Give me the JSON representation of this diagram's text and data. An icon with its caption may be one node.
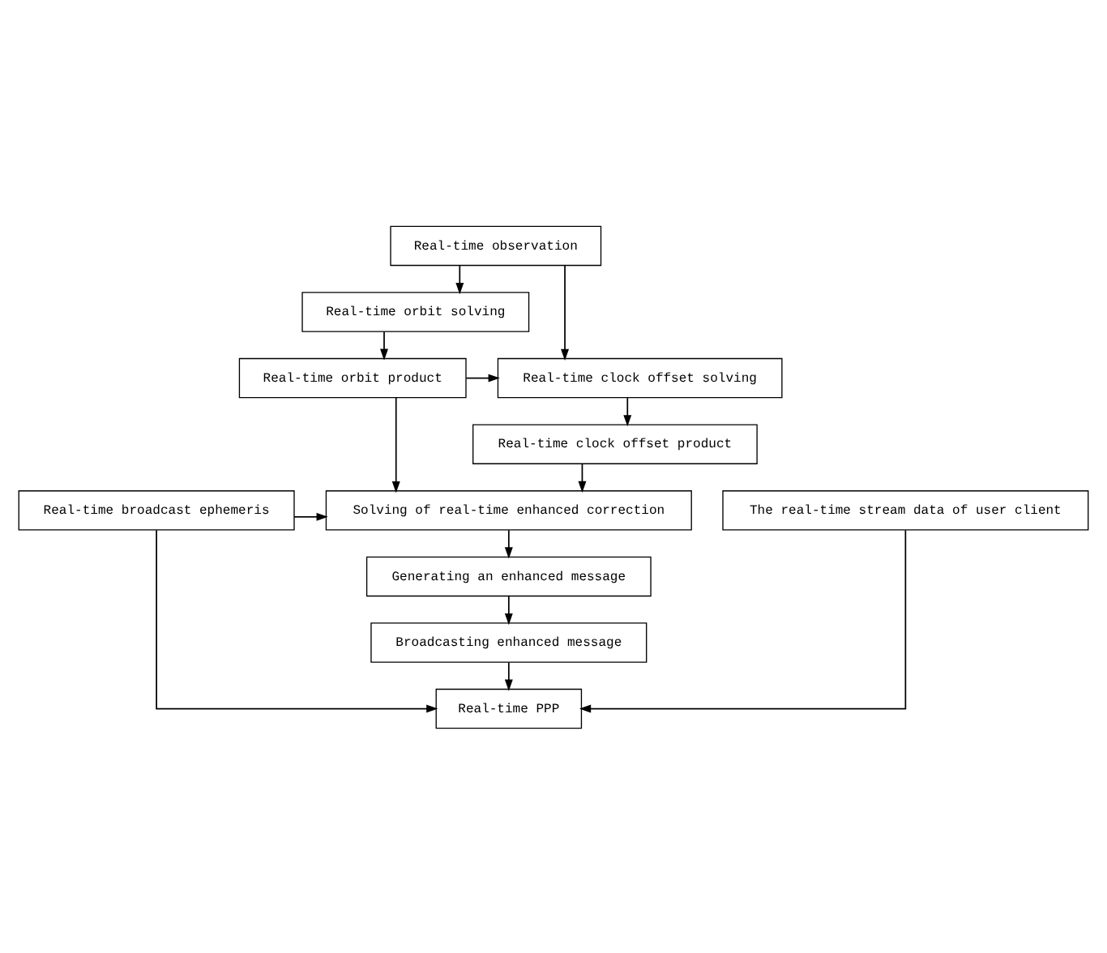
{
  "diagram": {
    "nodes": [
      {
        "text": [
          "Real-time observation"
        ]
      },
      {
        "text": [
          "Real-time orbit solving"
        ]
      },
      {
        "text": [
          "Real-time orbit product"
        ]
      },
      {
        "text": [
          "Real-time clock offset solving"
        ]
      },
      {
        "text": [
          "Real-time clock offset product"
        ]
      },
      {
        "text": [
          "Real-time broadcast ephemeris"
        ]
      },
      {
        "text": [
          "Solving of real-time enhanced correction"
        ]
      },
      {
        "text": [
          "The real-time stream data of user client"
        ]
      },
      {
        "text": [
          "Generating an enhanced message"
        ]
      },
      {
        "text": [
          "Broadcasting enhanced message"
        ]
      },
      {
        "text": [
          "Real-time PPP"
        ]
      }
    ],
    "edges": [
      {
        "from": 0,
        "to": 1,
        "arrow": "to"
      },
      {
        "from": 0,
        "to": 3,
        "arrow": "to"
      },
      {
        "from": 1,
        "to": 2,
        "arrow": "to"
      },
      {
        "from": 2,
        "to": 3,
        "arrow": "to"
      },
      {
        "from": 3,
        "to": 4,
        "arrow": "to"
      },
      {
        "from": 2,
        "to": 6,
        "arrow": "to"
      },
      {
        "from": 4,
        "to": 6,
        "arrow": "to"
      },
      {
        "from": 5,
        "to": 6,
        "arrow": "to"
      },
      {
        "from": 5,
        "to": 10,
        "arrow": "to"
      },
      {
        "from": 6,
        "to": 8,
        "arrow": "to"
      },
      {
        "from": 8,
        "to": 9,
        "arrow": "to"
      },
      {
        "from": 9,
        "to": 10,
        "arrow": "to"
      },
      {
        "from": 7,
        "to": 10,
        "arrow": "to"
      }
    ]
  }
}
